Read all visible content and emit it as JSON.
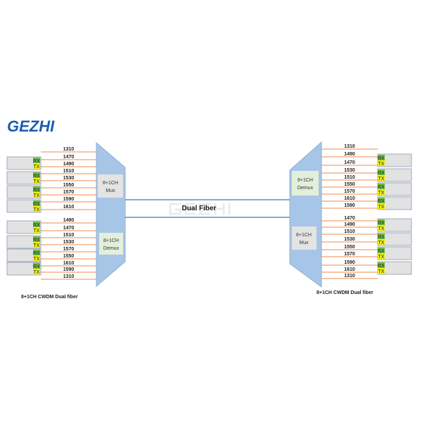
{
  "logo": {
    "text": "GEZHI",
    "color": "#1a5cb4"
  },
  "colors": {
    "fiber_line": "#f0a070",
    "device": "#a7c5e6",
    "trunk": "#5b8fd0",
    "rx": "#6cbf3c",
    "tx": "#f2f20a",
    "transceiver": "#e2e2e2"
  },
  "link": {
    "label": "Dual Fiber",
    "watermark": "GEZHI"
  },
  "left": {
    "caption": "8+1CH CWDM Dual fiber",
    "mux_label": [
      "8+1CH",
      "Mux"
    ],
    "demux_label": [
      "8+1CH",
      "Demux"
    ],
    "mux_channels": [
      "1310",
      "1470",
      "1490",
      "1510",
      "1530",
      "1550",
      "1570",
      "1590",
      "1610"
    ],
    "demux_channels": [
      "1490",
      "1470",
      "1510",
      "1530",
      "1570",
      "1550",
      "1610",
      "1590",
      "1310"
    ]
  },
  "right": {
    "caption": "8+1CH CWDM Dual fiber",
    "demux_label": [
      "8+1CH",
      "Demux"
    ],
    "mux_label": [
      "8+1CH",
      "Mux"
    ],
    "demux_channels": [
      "1310",
      "1490",
      "1470",
      "1530",
      "1510",
      "1550",
      "1570",
      "1610",
      "1590"
    ],
    "mux_channels": [
      "1470",
      "1490",
      "1510",
      "1530",
      "1550",
      "1570",
      "1590",
      "1610",
      "1310"
    ]
  },
  "tags": {
    "rx": "RX",
    "tx": "TX"
  }
}
